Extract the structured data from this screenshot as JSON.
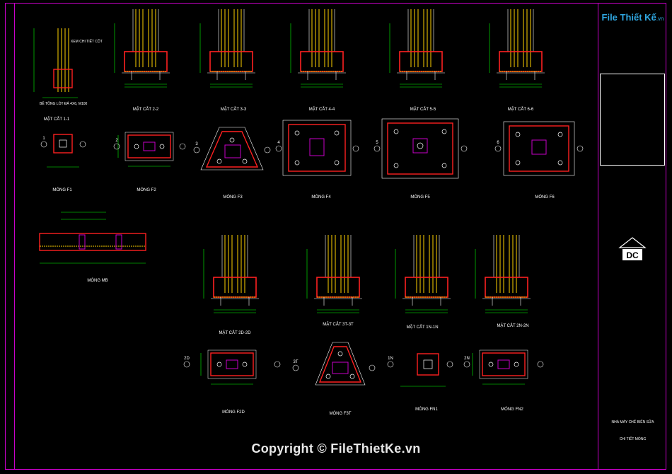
{
  "watermark": {
    "brand_main": "File Thiết Kế",
    "brand_suffix": ".vn",
    "footer": "Copyright © FileThietKe.vn"
  },
  "captions": {
    "mc11": "MẶT CẮT 1-1",
    "mc22": "MẶT CẮT 2-2",
    "mc33": "MẶT CẮT 3-3",
    "mc44": "MẶT CẮT 4-4",
    "mc55": "MẶT CẮT 5-5",
    "mc66": "MẶT CẮT 6-6",
    "f1": "MÓNG F1",
    "f2": "MÓNG F2",
    "f3": "MÓNG F3",
    "f4": "MÓNG F4",
    "f5": "MÓNG F5",
    "f6": "MÓNG F6",
    "mb": "MÓNG MB",
    "mc2d": "MẶT CẮT 2D-2D",
    "mc3t": "MẶT CẮT 3T-3T",
    "mc1n": "MẶT CẮT 1N-1N",
    "mc2n": "MẶT CẮT 2N-2N",
    "f2d": "MÓNG F2D",
    "f3t": "MÓNG F3T",
    "fn1": "MÓNG FN1",
    "fn2": "MÓNG FN2"
  },
  "notes": {
    "column": "XEM CHI TIẾT CỘT",
    "concrete": "BÊ TÔNG LÓT ĐÁ 4X6, M100"
  },
  "section_marks": [
    "1",
    "2",
    "3",
    "4",
    "5",
    "6",
    "2D",
    "3T",
    "1N",
    "2N"
  ],
  "titleblock": {
    "project_name": "NHÀ MÁY CHẾ BIẾN SỮA",
    "sheet_title": "CHI TIẾT MÓNG",
    "company_logo": "DC"
  },
  "colors": {
    "background": "#000000",
    "frame": "#c800c8",
    "rebar": "#ffd200",
    "concrete": "#ff2020",
    "dimension": "#00ff00",
    "caption": "#ffffff",
    "pile": "#c800c8"
  }
}
